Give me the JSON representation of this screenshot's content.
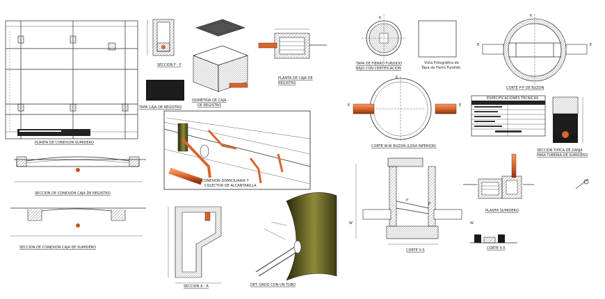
{
  "labels": {
    "planta_conexion_sumidero": "PLANTA DE CONEXION SUMIDERO",
    "seccion_caja_registro": "SECCION DE CONEXION CAJA DE REGISTRO",
    "seccion_caja_sumidero": "SECCION DE CONEXION CAJA DE SUMIDERO",
    "seccion_f_f": "SECCION F - F",
    "tapa_caja_registro": "TAPA CAJA DE REGISTRO",
    "isometria_caja_registro_1": "ISOMETRIA DE CAJA",
    "isometria_caja_registro_2": "DE REGISTRO",
    "planta_caja_registro_1": "PLANTA DE CAJA DE",
    "planta_caja_registro_2": "REGISTRO",
    "conexion_domiciliaria_1": "CONEXION DOMICILIARIA Y",
    "conexion_domiciliaria_2": "COLECTOR DE ALCANTARILLA",
    "seccion_a_a": "SECCION A - A",
    "det_dado_tubo": "DET. DADO CON UN TUBO",
    "tapa_fierro_1": "TAPA DE FIERRO FUNDIDO",
    "tapa_fierro_2": "BAJO CON CERTIFICACION",
    "vista_foto_1": "Vista Fotográfica de",
    "vista_foto_2": "Tapa de Fierro Fundido",
    "corte_buzon": "CORTE P-P  DE BUZON",
    "corte_w_w": "CORTE  W-W  BUZON (LOSA INFERIOR)",
    "especificaciones": "ESPECIFICACIONES TECNICAS",
    "seccion_zanja_1": "SECCION TIPICA DE ZANJA",
    "seccion_zanja_2": "PARA TUBERIA DE SUMIDERO",
    "corte_s_s": "CORTE S-S",
    "planta_sumidero": "PLANTA SUMIDERO",
    "corte_x_x": "CORTE X-X",
    "mark_k": "K",
    "mark_e": "E",
    "mark_w": "W",
    "mark_p": "P"
  },
  "colors": {
    "line": "#222222",
    "pipe": "#d9642c",
    "cylinder_dark": "#3d3a14",
    "cylinder_light": "#8f8a3a",
    "background": "#ffffff"
  }
}
